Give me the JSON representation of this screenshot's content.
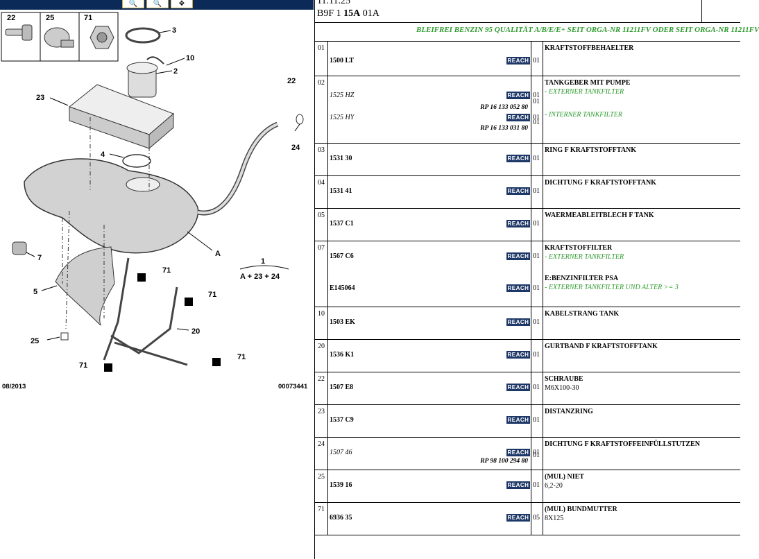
{
  "diagram": {
    "date": "08/2013",
    "ref": "00073441",
    "legend_number": "1",
    "legend_formula": "A + 23 + 24",
    "callouts": [
      "22",
      "25",
      "71",
      "3",
      "10",
      "2",
      "23",
      "22",
      "24",
      "4",
      "7",
      "A",
      "5",
      "71",
      "71",
      "20",
      "25",
      "71",
      "71"
    ]
  },
  "header": {
    "date": "11.11.25",
    "code_a": "B9F 1 ",
    "code_b": "15A",
    "code_c": " 01A",
    "banner": "BLEIFREI BENZIN 95 QUALITÄT A/B/E/E+ SEIT ORGA-NR 11211FV ODER SEIT ORGA-NR 11211FV"
  },
  "reach_label": "REACH",
  "parts": [
    {
      "pos": "01",
      "lines": [
        {
          "pn": "1500 LT",
          "alt": false,
          "qty": "01"
        }
      ],
      "desc": "KRAFTSTOFFBEHAELTER",
      "notes": []
    },
    {
      "pos": "02",
      "lines": [
        {
          "pn": "1525 HZ",
          "alt": true,
          "qty": "01",
          "rp": "RP 16 133 052 80",
          "rpqty": "01"
        },
        {
          "pn": "1525 HY",
          "alt": true,
          "qty": "01",
          "rp": "RP 16 133 031 80",
          "rpqty": "01"
        }
      ],
      "desc": "TANKGEBER MIT PUMPE",
      "notes": [
        "- EXTERNER TANKFILTER",
        "- INTERNER TANKFILTER"
      ]
    },
    {
      "pos": "03",
      "lines": [
        {
          "pn": "1531 30",
          "alt": false,
          "qty": "01"
        }
      ],
      "desc": "RING F KRAFTSTOFFTANK",
      "notes": []
    },
    {
      "pos": "04",
      "lines": [
        {
          "pn": "1531 41",
          "alt": false,
          "qty": "01"
        }
      ],
      "desc": "DICHTUNG F KRAFTSTOFFTANK",
      "notes": []
    },
    {
      "pos": "05",
      "lines": [
        {
          "pn": "1537 C1",
          "alt": false,
          "qty": "01"
        }
      ],
      "desc": "WAERMEABLEITBLECH F TANK",
      "notes": []
    },
    {
      "pos": "07",
      "lines": [
        {
          "pn": "1567 C6",
          "alt": false,
          "qty": "01"
        },
        {
          "pn": "E145064",
          "alt": false,
          "qty": "01"
        }
      ],
      "desc": "KRAFTSTOFFILTER",
      "notes": [
        "- EXTERNER TANKFILTER"
      ],
      "desc2": "E:BENZINFILTER PSA",
      "notes2": "- EXTERNER TANKFILTER UND ALTER >= 3"
    },
    {
      "pos": "10",
      "lines": [
        {
          "pn": "1503 EK",
          "alt": false,
          "qty": "01"
        }
      ],
      "desc": "KABELSTRANG TANK",
      "notes": []
    },
    {
      "pos": "20",
      "lines": [
        {
          "pn": "1536 K1",
          "alt": false,
          "qty": "01"
        }
      ],
      "desc": "GURTBAND F KRAFTSTOFFTANK",
      "notes": []
    },
    {
      "pos": "22",
      "lines": [
        {
          "pn": "1507 E8",
          "alt": false,
          "qty": "01"
        }
      ],
      "desc": "SCHRAUBE",
      "sub": "M6X100-30",
      "notes": []
    },
    {
      "pos": "23",
      "lines": [
        {
          "pn": "1537 C9",
          "alt": false,
          "qty": "01"
        }
      ],
      "desc": "DISTANZRING",
      "notes": []
    },
    {
      "pos": "24",
      "lines": [
        {
          "pn": "1507 46",
          "alt": true,
          "qty": "01",
          "rp": "RP 98 100 294 80",
          "rpqty": "01"
        }
      ],
      "desc": "DICHTUNG F KRAFTSTOFFEINFÜLLSTUTZEN",
      "notes": []
    },
    {
      "pos": "25",
      "lines": [
        {
          "pn": "1539 16",
          "alt": false,
          "qty": "01"
        }
      ],
      "desc": "(MUL) NIET",
      "sub": "6,2-20",
      "notes": []
    },
    {
      "pos": "71",
      "lines": [
        {
          "pn": "6936 35",
          "alt": false,
          "qty": "05"
        }
      ],
      "desc": "(MUL) BUNDMUTTER",
      "sub": "8X125",
      "notes": []
    }
  ]
}
